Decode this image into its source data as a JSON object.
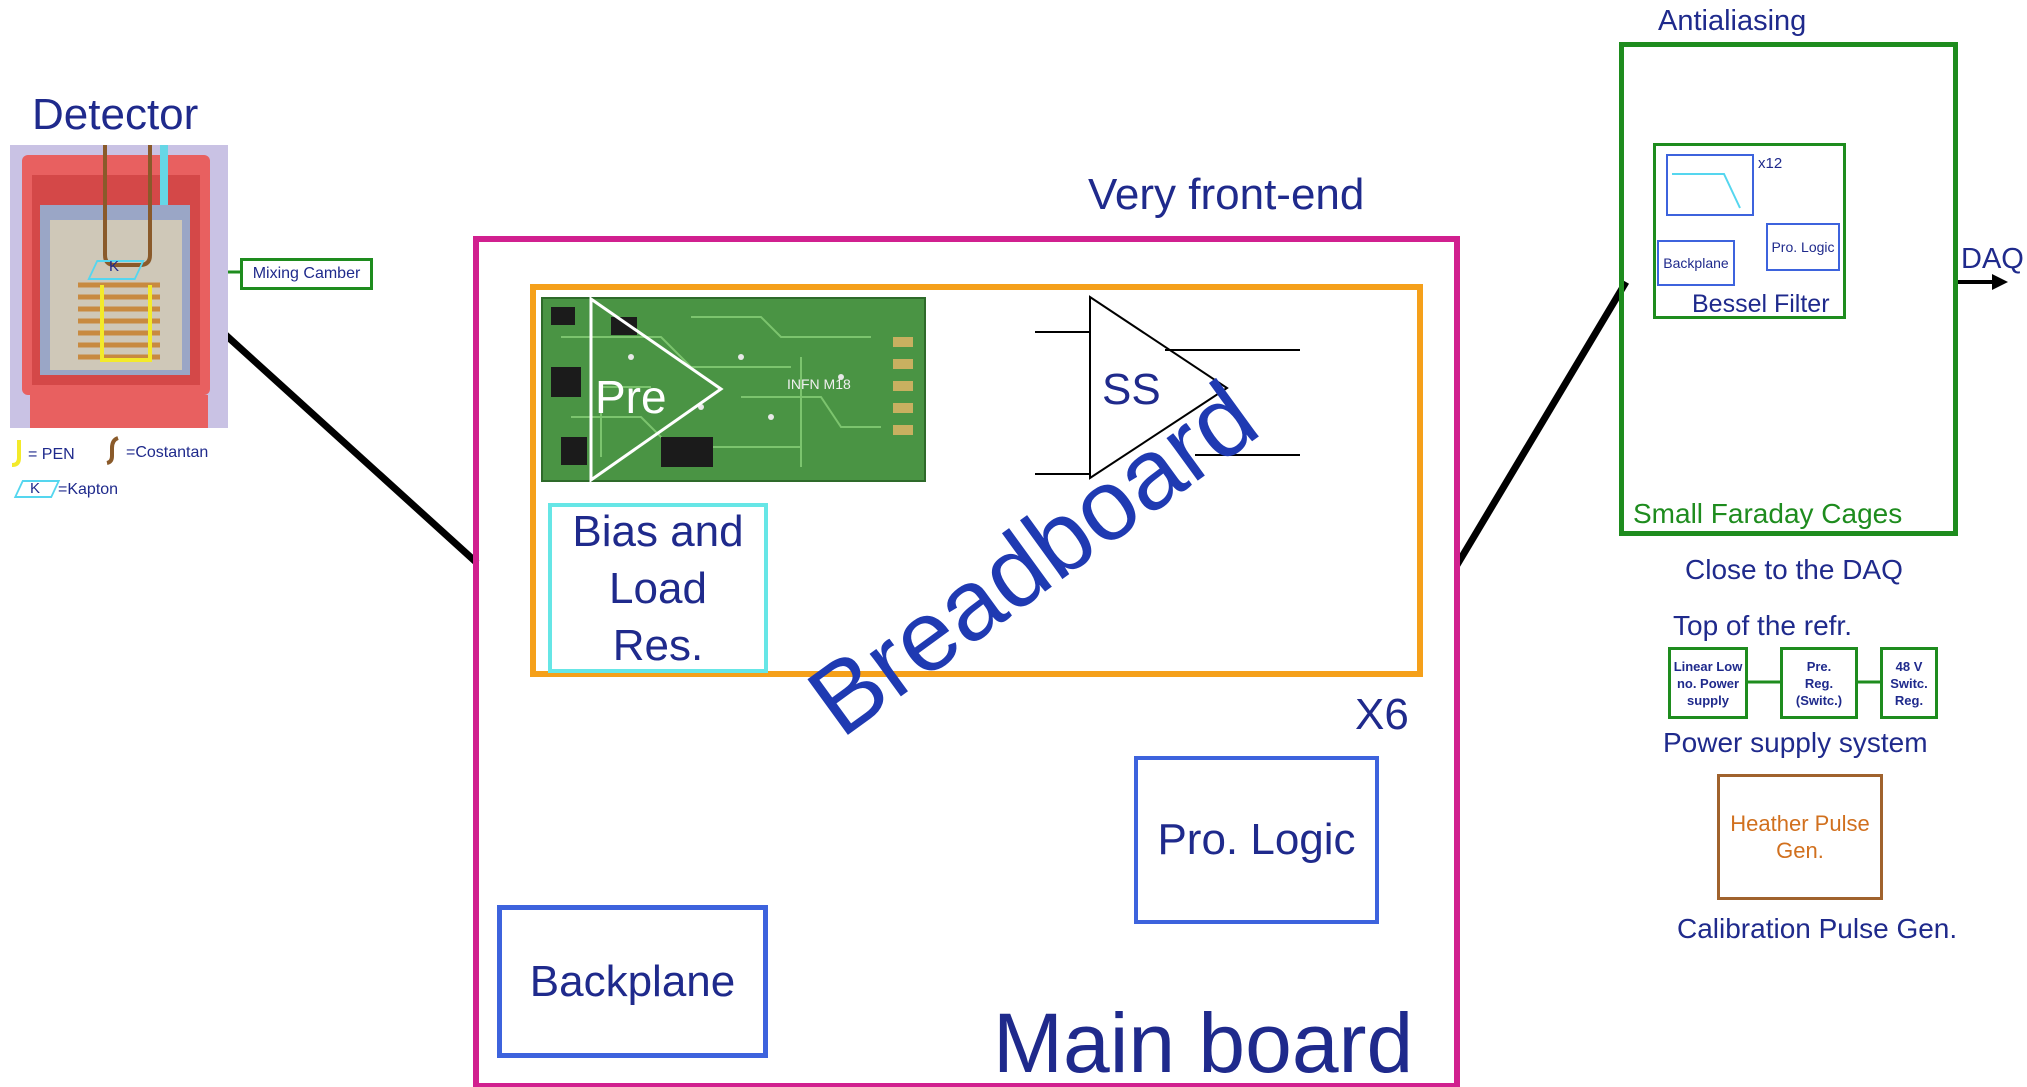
{
  "detector": {
    "title": "Detector",
    "mixing_label": "Mixing Camber",
    "kapton_letter": "K",
    "legend": {
      "pen": "= PEN",
      "costantan": "=Costantan",
      "kapton_letter": "K",
      "kapton": "=Kapton"
    }
  },
  "front_end": {
    "title": "Very front-end",
    "pre_label": "Pre",
    "ss_label": "SS",
    "bias_label_1": "Bias and",
    "bias_label_2": "Load",
    "bias_label_3": "Res.",
    "breadboard": "Breadboard",
    "multiplier": "X6",
    "pro_logic": "Pro. Logic",
    "backplane": "Backplane",
    "main_board": "Main board"
  },
  "antialiasing": {
    "title": "Antialiasing",
    "x12": "x12",
    "backplane": "Backplane",
    "pro_logic": "Pro. Logic",
    "bessel": "Bessel Filter",
    "cages": "Small Faraday Cages",
    "daq": "DAQ",
    "close": "Close to the DAQ"
  },
  "power": {
    "top": "Top of the refr.",
    "box1": [
      "Linear Low",
      "no. Power",
      "supply"
    ],
    "box2": [
      "Pre.",
      "Reg.",
      "(Switc.)"
    ],
    "box3": [
      "48 V",
      "Switc.",
      "Reg."
    ],
    "system": "Power supply system"
  },
  "calibration": {
    "heater_1": "Heather Pulse",
    "heater_2": "Gen.",
    "label": "Calibration Pulse Gen."
  },
  "colors": {
    "text_blue": "#1f2a8c",
    "main_board": "#d1208f",
    "breadboard": "#f5a01a",
    "bias_box": "#66e6e6",
    "blue_box": "#3d63dd",
    "green": "#1e8c1e",
    "brown": "#a0622d",
    "orange_text": "#d1701e"
  }
}
